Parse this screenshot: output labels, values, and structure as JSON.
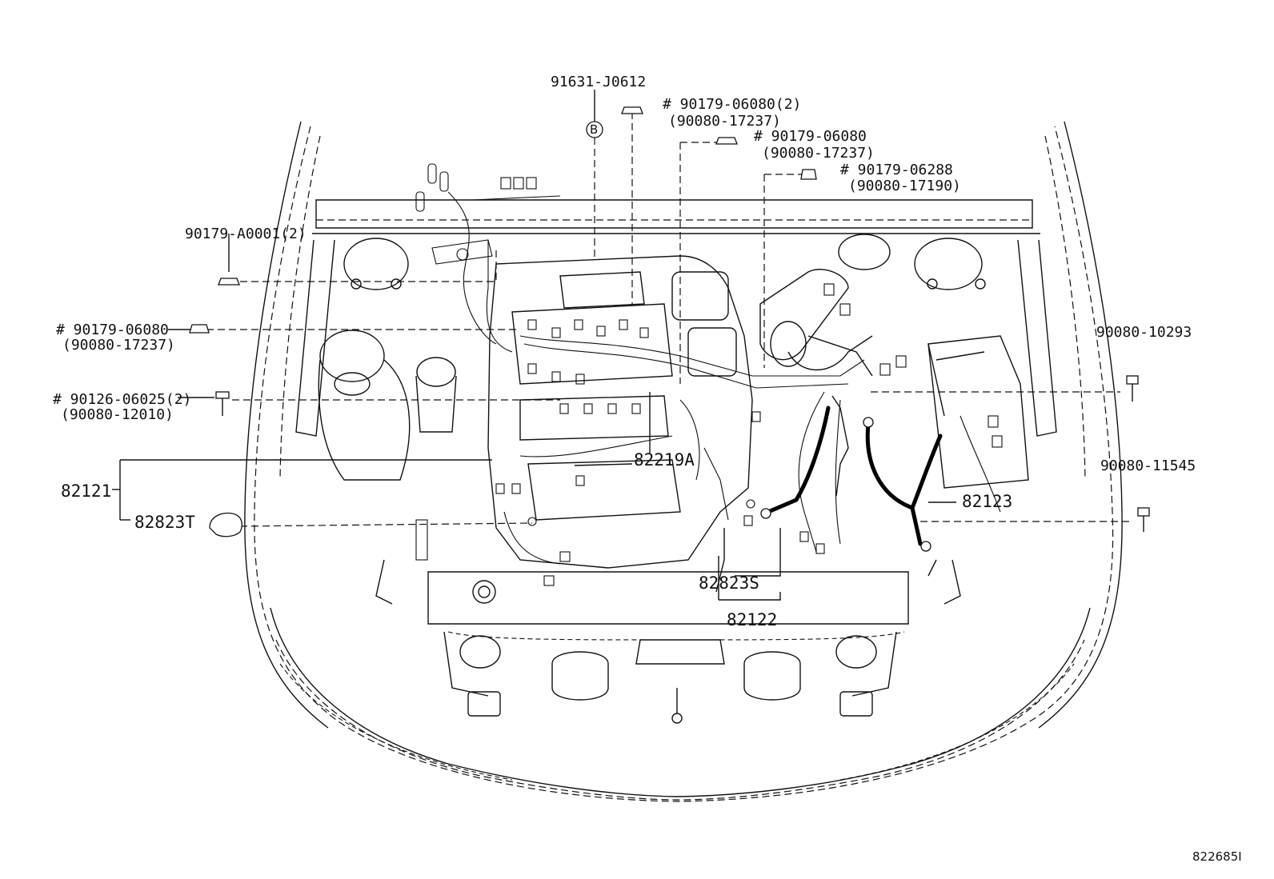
{
  "diagram_id": "822685I",
  "callouts": {
    "c_91631": "91631-J0612",
    "c_b": "B",
    "c_90179_06080_2": "# 90179-06080(2)",
    "c_90080_17237_a": "(90080-17237)",
    "c_90179_06080_b": "# 90179-06080",
    "c_90080_17237_b": "(90080-17237)",
    "c_90179_06288": "# 90179-06288",
    "c_90080_17190": "(90080-17190)",
    "c_90179_a0001": "90179-A0001(2)",
    "c_90179_06080_c": "# 90179-06080",
    "c_90080_17237_c": "(90080-17237)",
    "c_90126_06025": "# 90126-06025(2)",
    "c_90080_12010": "(90080-12010)",
    "c_82121": "82121",
    "c_82823t": "82823T",
    "c_82219a": "82219A",
    "c_82823s": "82823S",
    "c_82122": "82122",
    "c_82123": "82123",
    "c_90080_10293": "90080-10293",
    "c_90080_11545": "90080-11545"
  }
}
